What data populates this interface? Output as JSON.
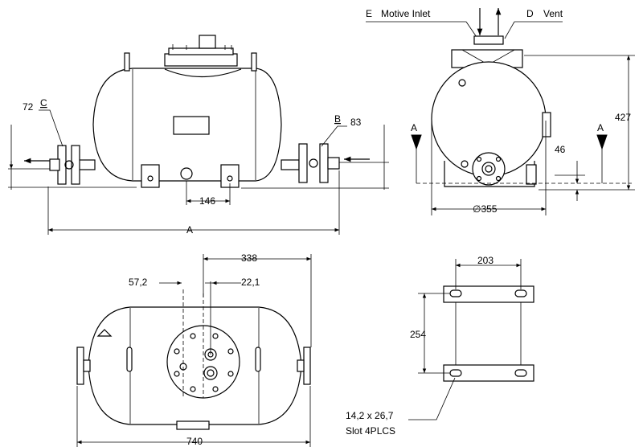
{
  "side_view": {
    "length_label": "A",
    "center_dimension": "146",
    "left_connection": {
      "letter": "C",
      "dimension": "72"
    },
    "right_connection": {
      "letter": "B",
      "dimension": "83"
    }
  },
  "end_view": {
    "motive_inlet_letter": "E",
    "motive_inlet_label": "Motive Inlet",
    "vent_letter": "D",
    "vent_label": "Vent",
    "height_dimension": "427",
    "offset_dimension": "46",
    "diameter_dimension": "∅355",
    "section_marker_left": "A",
    "section_marker_right": "A"
  },
  "top_view": {
    "overall_length": "740",
    "offset_338": "338",
    "offset_57": "57,2",
    "offset_22": "22,1"
  },
  "mounting_bracket": {
    "width_dimension": "203",
    "spacing_dimension": "254",
    "slot_size": "14,2 x 26,7",
    "slot_note": "Slot 4PLCS"
  }
}
